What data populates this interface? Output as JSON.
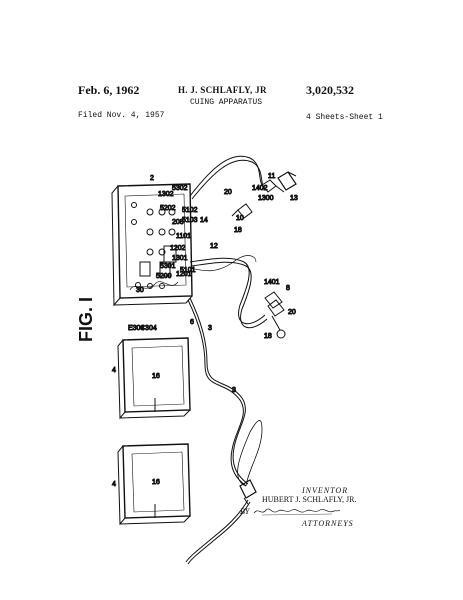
{
  "header": {
    "date": "Feb. 6, 1962",
    "inventor": "H. J. SCHLAFLY, JR",
    "patent_number": "3,020,532",
    "title": "CUING APPARATUS",
    "filed": "Filed Nov. 4, 1957",
    "sheets": "4 Sheets-Sheet 1"
  },
  "figure_label": "FIG. I",
  "signature_block": {
    "inventor_label": "INVENTOR",
    "inventor_name": "HUBERT J. SCHLAFLY, JR.",
    "by": "BY",
    "signature": "Penie, Edmonds, Morton, Barrows & Taylor",
    "attorneys_label": "ATTORNEYS"
  },
  "reference_numerals": {
    "housing": "2",
    "cable_main": "3",
    "unit_left": "4",
    "connector": "6",
    "plug_mid": "8",
    "switch_knob": "10",
    "foot_switch": "11",
    "cable_12": "12",
    "pedal": "13",
    "cable_14": "14",
    "panel_16": "16",
    "panel_16b": "16",
    "panel_18": "18",
    "plug_18b": "18",
    "plug_20": "20",
    "plug_20b": "20",
    "r208": "208",
    "r1302": "1302",
    "r1402": "1402",
    "r1202": "1202",
    "r1301": "1301",
    "r1300": "1300",
    "r1201": "1201",
    "r1101": "1101",
    "r5101": "5101",
    "r5102": "5102",
    "r5103": "5103",
    "r5301": "5301",
    "r5302": "5302",
    "r5200": "5200",
    "r5202": "5202",
    "re304": "E304",
    "rc304": "C304",
    "r1401": "1401",
    "r30": "30"
  }
}
